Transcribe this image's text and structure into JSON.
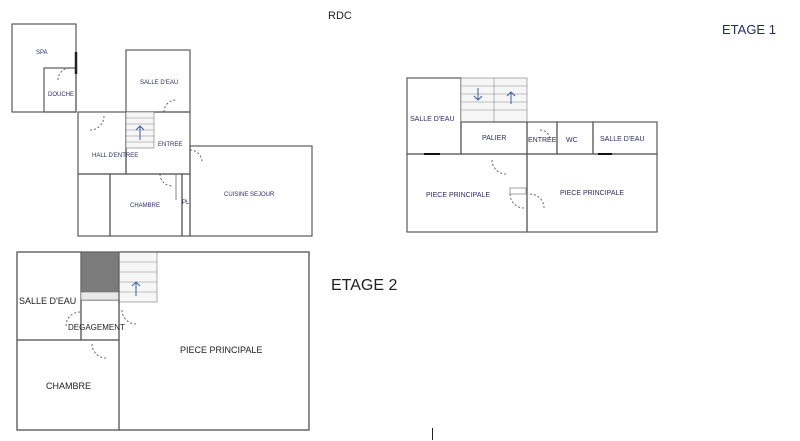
{
  "floors": {
    "rdc": {
      "title": "RDC"
    },
    "etage1": {
      "title": "ETAGE 1"
    },
    "etage2": {
      "title": "ETAGE 2"
    }
  },
  "rooms": {
    "rdc": {
      "spa": "SPA",
      "douche": "DOUCHE",
      "salle_eau": "SALLE D'EAU",
      "entree": "ENTREE",
      "hall": "HALL D'ENTREE",
      "chambre": "CHAMBRE",
      "pl": "PL",
      "cuisine": "CUISINE SEJOUR"
    },
    "etage1": {
      "salle_eau_left": "SALLE D'EAU",
      "palier": "PALIER",
      "entree": "ENTREE",
      "wc": "WC",
      "salle_eau_right": "SALLE D'EAU",
      "piece_left": "PIECE PRINCIPALE",
      "piece_right": "PIECE PRINCIPALE"
    },
    "etage2": {
      "salle_eau": "SALLE D'EAU",
      "degagement": "DEGAGEMENT",
      "chambre": "CHAMBRE",
      "piece": "PIECE PRINCIPALE"
    }
  },
  "colors": {
    "rdc_fill": "#fbf77a",
    "spa_fill": "#f8cfa3",
    "etage1_blue": "#aab1f2",
    "etage1_pink": "#f6b6f3",
    "etage1_yellow": "#fbf7a5",
    "etage2_fill": "#f9b170",
    "walls": "#5a5a5a"
  }
}
